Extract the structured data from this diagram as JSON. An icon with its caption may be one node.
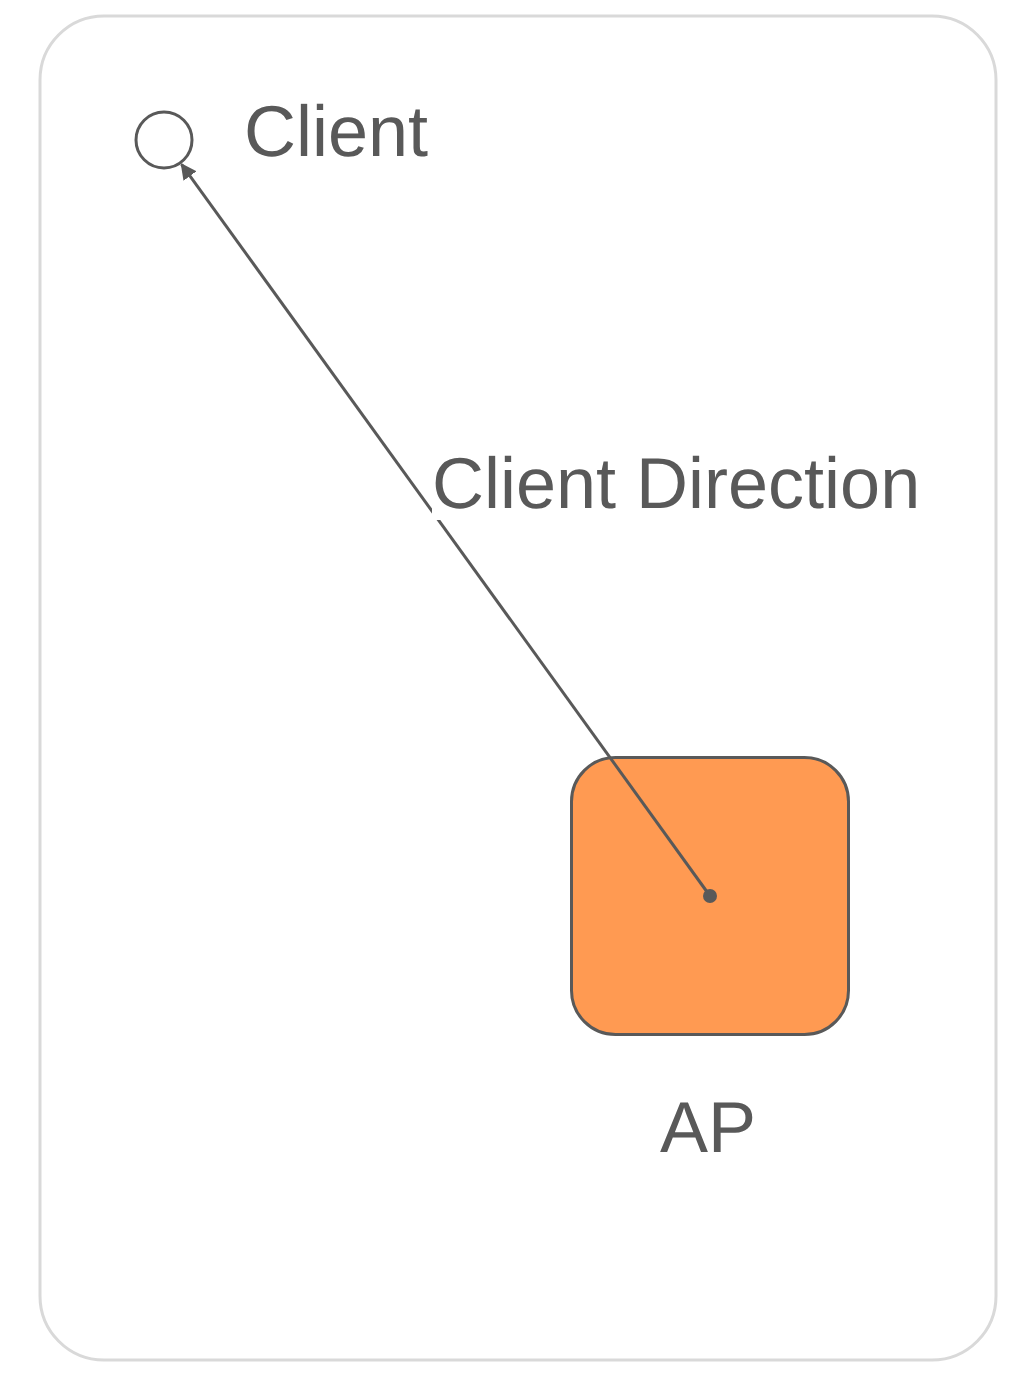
{
  "diagram": {
    "nodes": [
      {
        "text": [],
        "shape": "circle",
        "beside": [
          "Client"
        ]
      },
      {
        "text": [],
        "shape": "box",
        "beside": [
          "AP"
        ]
      }
    ],
    "edges": [
      {
        "from": 1,
        "to": 0,
        "arrow": "to",
        "label": "Client Direction"
      }
    ]
  }
}
